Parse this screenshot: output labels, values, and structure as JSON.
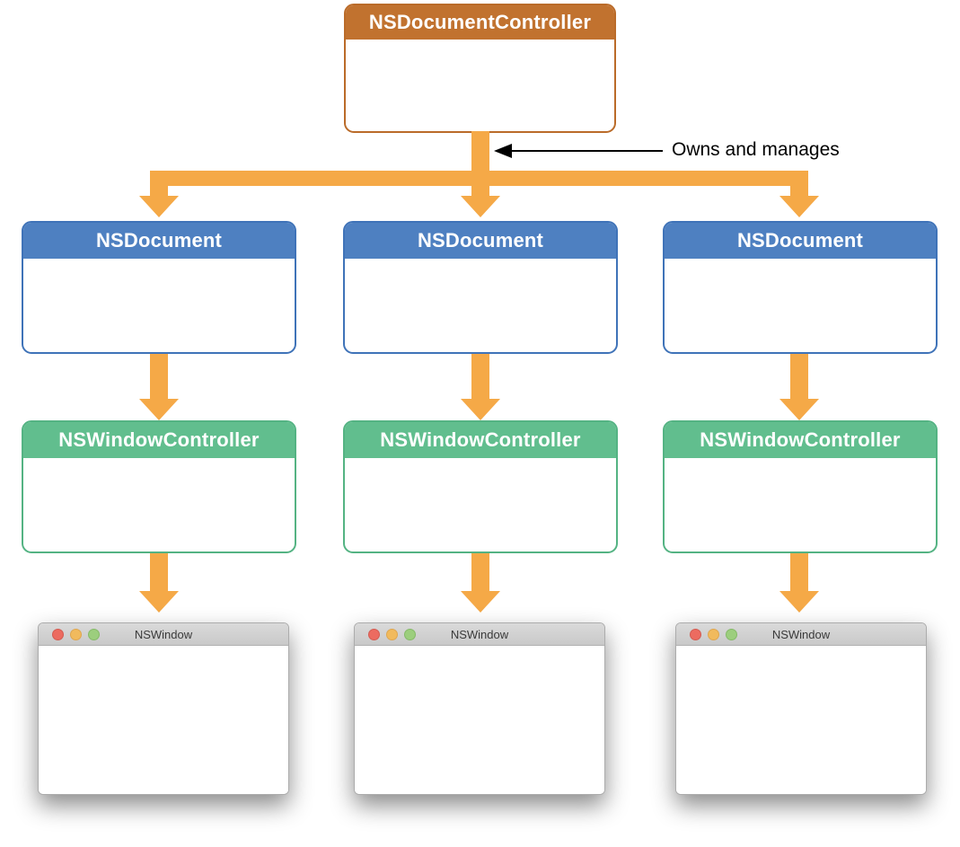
{
  "root": {
    "label": "NSDocumentController"
  },
  "annotation": {
    "label": "Owns and manages"
  },
  "columns": [
    {
      "document_label": "NSDocument",
      "controller_label": "NSWindowController",
      "window_title": "NSWindow"
    },
    {
      "document_label": "NSDocument",
      "controller_label": "NSWindowController",
      "window_title": "NSWindow"
    },
    {
      "document_label": "NSDocument",
      "controller_label": "NSWindowController",
      "window_title": "NSWindow"
    }
  ],
  "icons": {
    "traffic_lights": [
      "close-icon",
      "minimize-icon",
      "zoom-icon"
    ],
    "flow_arrow": "down-arrow-icon",
    "annotation_arrow": "left-arrow-icon"
  },
  "colors": {
    "root_header": "#C1722F",
    "root_border": "#BA6B29",
    "document_header": "#4E80C1",
    "document_border": "#3F73B8",
    "controller_header": "#61BE8E",
    "controller_border": "#54B383",
    "flow_arrow": "#F5A947",
    "annotation": "#000000",
    "window_titlebar": "#D4D4D4",
    "traffic_red": "#EC6B60",
    "traffic_yellow": "#F1BA5D",
    "traffic_green": "#9CCE7D"
  }
}
